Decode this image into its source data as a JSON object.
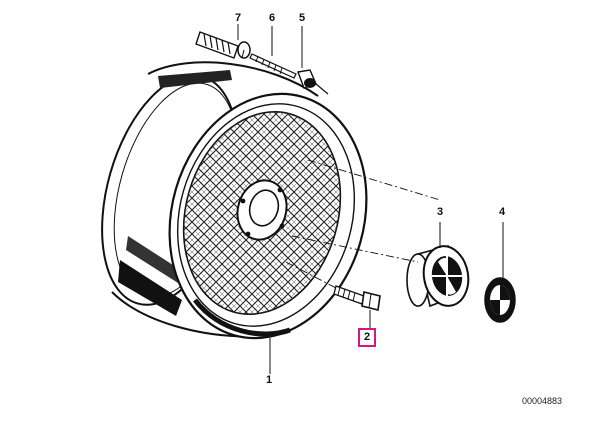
{
  "diagram": {
    "parts": [
      {
        "id": "1",
        "highlighted": false
      },
      {
        "id": "2",
        "highlighted": true
      },
      {
        "id": "3",
        "highlighted": false
      },
      {
        "id": "4",
        "highlighted": false
      },
      {
        "id": "5",
        "highlighted": false
      },
      {
        "id": "6",
        "highlighted": false
      },
      {
        "id": "7",
        "highlighted": false
      }
    ],
    "reference_number": "00004883",
    "highlight_color": "#d6187a",
    "ink_color": "#111111"
  }
}
